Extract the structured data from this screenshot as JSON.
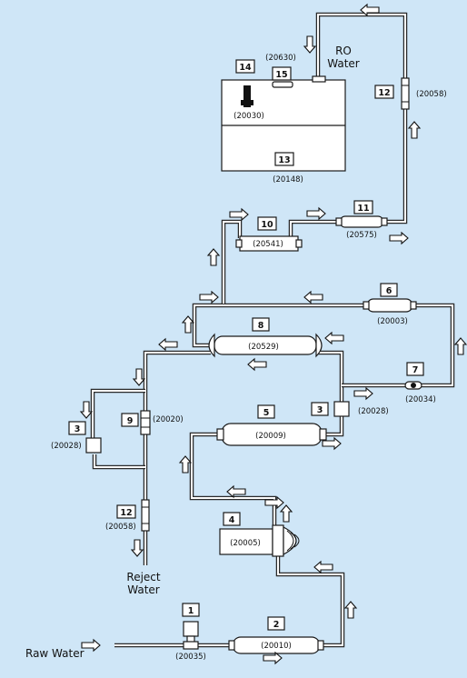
{
  "labels": {
    "ro_water_line1": "RO",
    "ro_water_line2": "Water",
    "reject_water_line1": "Reject",
    "reject_water_line2": "Water",
    "raw_water": "Raw Water"
  },
  "components": [
    {
      "num": "1",
      "part": "(20035)"
    },
    {
      "num": "2",
      "part": "(20010)"
    },
    {
      "num": "3",
      "part": "(20028)"
    },
    {
      "num": "3",
      "part": "(20028)"
    },
    {
      "num": "4",
      "part": "(20005)"
    },
    {
      "num": "5",
      "part": "(20009)"
    },
    {
      "num": "6",
      "part": "(20003)"
    },
    {
      "num": "7",
      "part": "(20034)"
    },
    {
      "num": "8",
      "part": "(20529)"
    },
    {
      "num": "9",
      "part": "(20020)"
    },
    {
      "num": "10",
      "part": "(20541)"
    },
    {
      "num": "11",
      "part": "(20575)"
    },
    {
      "num": "12",
      "part": "(20058)"
    },
    {
      "num": "12",
      "part": "(20058)"
    },
    {
      "num": "13",
      "part": "(20148)"
    },
    {
      "num": "14",
      "part": "(20030)"
    },
    {
      "num": "15",
      "part": "(20630)"
    }
  ],
  "colors": {
    "background": "#cfe6f7",
    "pipe": "#2a2a2a",
    "component_fill": "#ffffff"
  }
}
